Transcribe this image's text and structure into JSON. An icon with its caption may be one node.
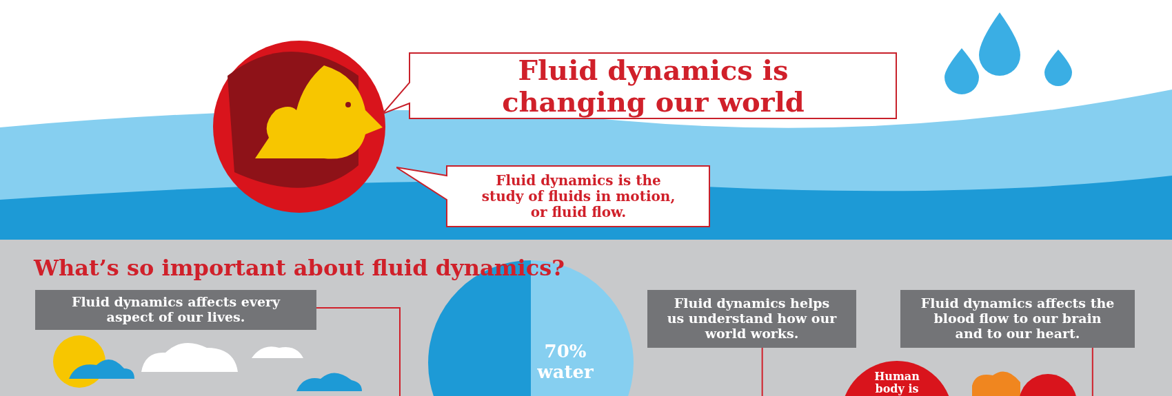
{
  "diagram": {
    "nodes": [
      {
        "text": [
          "Fluid dynamics is changing our world"
        ]
      },
      {
        "text": [
          "Fluid dynamics is the study of fluids in motion, or fluid flow."
        ]
      },
      {
        "text": [
          "Fluid dynamics affects every aspect of our lives."
        ]
      },
      {
        "text": [
          "70% water"
        ]
      },
      {
        "text": [
          "Fluid dynamics helps us understand how our world works."
        ]
      },
      {
        "text": [
          "Fluid dynamics affects the blood flow to our brain and to our heart."
        ]
      },
      {
        "text": [
          "Human body is"
        ]
      }
    ],
    "edges": [
      {
        "from": 2,
        "to": null,
        "arrow": "none"
      },
      {
        "from": 4,
        "to": null,
        "arrow": "none"
      },
      {
        "from": 5,
        "to": null,
        "arrow": "none"
      }
    ],
    "labels": [
      "What’s so important about fluid dynamics?"
    ]
  }
}
